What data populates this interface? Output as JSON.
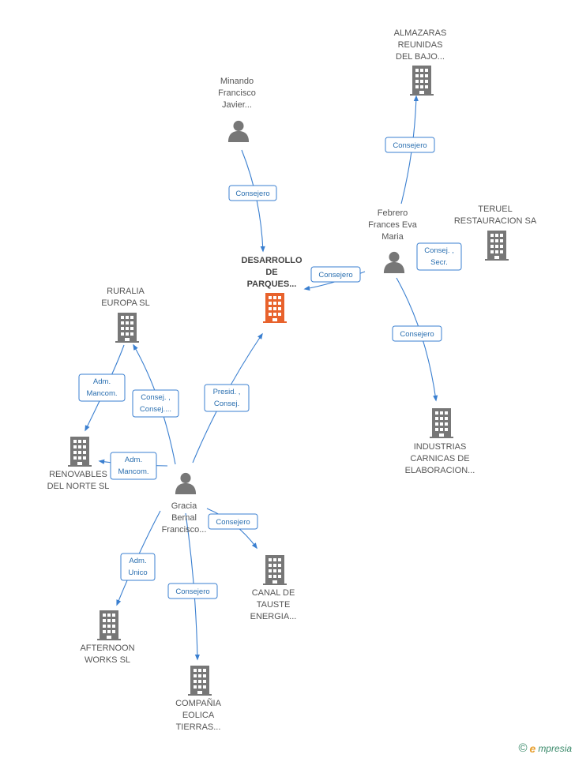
{
  "nodes": [
    {
      "id": "desarrollo",
      "type": "company",
      "main": true,
      "lines": [
        "DESARROLLO",
        "DE",
        "PARQUES..."
      ]
    },
    {
      "id": "almazaras",
      "type": "company",
      "lines": [
        "ALMAZARAS",
        "REUNIDAS",
        "DEL BAJO..."
      ]
    },
    {
      "id": "minando",
      "type": "person",
      "lines": [
        "Minando",
        "Francisco",
        "Javier..."
      ]
    },
    {
      "id": "febrero",
      "type": "person",
      "lines": [
        "Febrero",
        "Frances Eva",
        "Maria"
      ]
    },
    {
      "id": "teruel",
      "type": "company",
      "lines": [
        "TERUEL",
        "RESTAURACION SA"
      ]
    },
    {
      "id": "ruralia",
      "type": "company",
      "lines": [
        "RURALIA",
        "EUROPA SL"
      ]
    },
    {
      "id": "renovables",
      "type": "company",
      "lines": [
        "RENOVABLES",
        "DEL NORTE SL"
      ]
    },
    {
      "id": "industrias",
      "type": "company",
      "lines": [
        "INDUSTRIAS",
        "CARNICAS DE",
        "ELABORACION..."
      ]
    },
    {
      "id": "gracia",
      "type": "person",
      "lines": [
        "Gracia",
        "Bernal",
        "Francisco..."
      ]
    },
    {
      "id": "canal",
      "type": "company",
      "lines": [
        "CANAL DE",
        "TAUSTE",
        "ENERGIA..."
      ]
    },
    {
      "id": "afternoon",
      "type": "company",
      "lines": [
        "AFTERNOON",
        "WORKS SL"
      ]
    },
    {
      "id": "compania",
      "type": "company",
      "lines": [
        "COMPAÑIA",
        "EOLICA",
        "TIERRAS..."
      ]
    }
  ],
  "edges": [
    {
      "id": "e1",
      "from": "minando",
      "to": "desarrollo",
      "lines": [
        "Consejero"
      ]
    },
    {
      "id": "e2",
      "from": "febrero",
      "to": "almazaras",
      "lines": [
        "Consejero"
      ]
    },
    {
      "id": "e3",
      "from": "febrero",
      "to": "desarrollo",
      "lines": [
        "Consejero"
      ]
    },
    {
      "id": "e4",
      "from": "febrero",
      "to": "teruel",
      "lines": [
        "Consej. ,",
        "Secr."
      ]
    },
    {
      "id": "e5",
      "from": "febrero",
      "to": "industrias",
      "lines": [
        "Consejero"
      ]
    },
    {
      "id": "e6",
      "from": "ruralia",
      "to": "renovables",
      "lines": [
        "Adm.",
        "Mancom."
      ]
    },
    {
      "id": "e7",
      "from": "gracia",
      "to": "ruralia",
      "lines": [
        "Consej. ,",
        "Consej...."
      ]
    },
    {
      "id": "e8",
      "from": "gracia",
      "to": "desarrollo",
      "lines": [
        "Presid. ,",
        "Consej."
      ]
    },
    {
      "id": "e9",
      "from": "gracia",
      "to": "renovables",
      "lines": [
        "Adm.",
        "Mancom."
      ]
    },
    {
      "id": "e10",
      "from": "gracia",
      "to": "canal",
      "lines": [
        "Consejero"
      ]
    },
    {
      "id": "e11",
      "from": "gracia",
      "to": "afternoon",
      "lines": [
        "Adm.",
        "Unico"
      ]
    },
    {
      "id": "e12",
      "from": "gracia",
      "to": "compania",
      "lines": [
        "Consejero"
      ]
    }
  ],
  "watermark": {
    "copyright": "©",
    "brand_initial": "e",
    "brand_rest": "mpresia"
  },
  "colors": {
    "edge": "#3a7fd0",
    "edge_text": "#2a6fb0",
    "icon": "#777777",
    "main_icon": "#e8622c",
    "label_bg": "#ffffff",
    "label_border": "#3a7fd0"
  }
}
